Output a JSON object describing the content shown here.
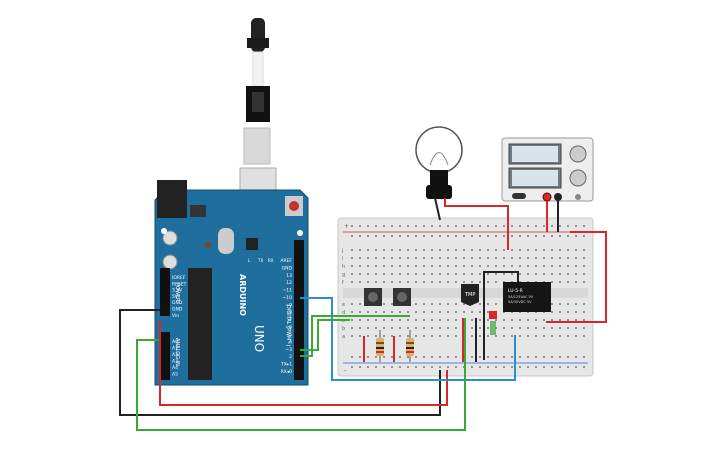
{
  "arduino": {
    "brand": "ARDUINO",
    "model": "UNO",
    "board_color": "#1f6f9e",
    "power_pins": [
      "IOREF",
      "RESET",
      "3.3V",
      "5V",
      "GND",
      "GND",
      "Vin"
    ],
    "analog_pins": [
      "A0",
      "A1",
      "A2",
      "A3",
      "A4",
      "A5"
    ],
    "digital_pins": [
      "AREF",
      "GND",
      "13",
      "12",
      "~11",
      "~10",
      "~9",
      "8",
      "7",
      "~6",
      "~5",
      "4",
      "~3",
      "2",
      "TX▸1",
      "RX◂0"
    ],
    "power_section_label": "POWER",
    "analog_section_label": "ANALOG IN",
    "digital_section_label": "DIGITAL (PWM~)",
    "led_labels": [
      "L",
      "TX",
      "RX"
    ]
  },
  "breadboard": {
    "row_letters_top": [
      "j",
      "i",
      "h",
      "g",
      "f"
    ],
    "row_letters_bottom": [
      "e",
      "d",
      "c",
      "b",
      "a"
    ],
    "rail_plus": "+",
    "rail_minus": "-"
  },
  "components": {
    "temp_sensor_label": "TMP",
    "relay_text_line1": "LU-5-R",
    "relay_text_line2": "5A/125VAC 5V",
    "relay_text_line3": "5A/30VDC 5V"
  },
  "colors": {
    "wire_red": "#d62828",
    "wire_black": "#222222",
    "wire_green": "#3aaa35",
    "wire_blue": "#2a8fd0",
    "breadboard": "#e6e6e6"
  }
}
